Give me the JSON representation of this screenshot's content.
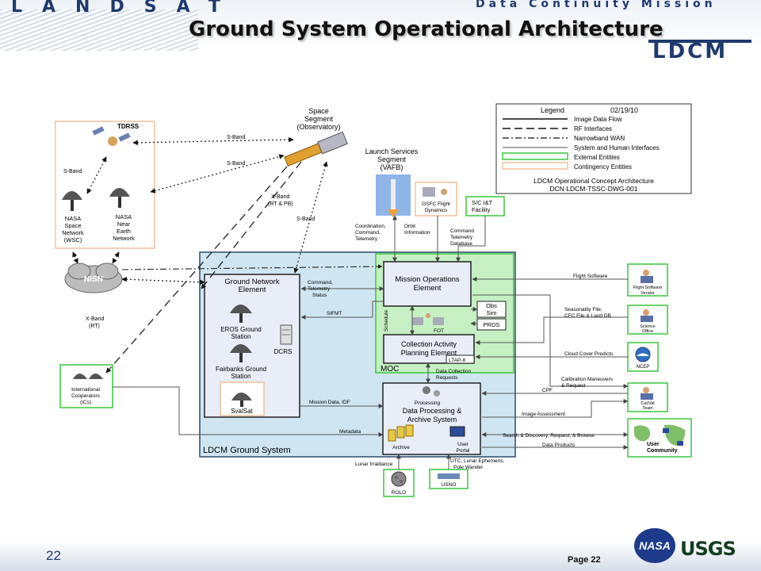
{
  "header": {
    "brand": "LANDSAT",
    "program": "Data Continuity Mission",
    "title": "Ground System Operational Architecture",
    "logo": "LDCM"
  },
  "footer": {
    "page_number": "22",
    "page_label": "Page 22",
    "logos": [
      "NASA",
      "USGS"
    ]
  },
  "legend": {
    "title": "Legend",
    "date": "02/19/10",
    "items": [
      "Image Data Flow",
      "RF Interfaces",
      "Narrowband WAN",
      "System and Human Interfaces",
      "External Entities",
      "Contingency Entities"
    ],
    "caption_line1": "LDCM Operational Concept Architecture",
    "caption_line2": "DCN LDCM-TSSC-DWG-001"
  },
  "space": {
    "title_line1": "Space",
    "title_line2": "Segment",
    "title_line3": "(Observatory)",
    "tdrss": "TDRSS",
    "wsc": [
      "NASA",
      "Space",
      "Network",
      "(WSC)"
    ],
    "nen": [
      "NASA",
      "Near",
      "Earth",
      "Network"
    ],
    "nisn": "NISN"
  },
  "launch": {
    "title": [
      "Launch Services",
      "Segment",
      "(VAFB)"
    ],
    "gsfc": [
      "GSFC Flight",
      "Dynamics"
    ],
    "sc_facility": [
      "S/C I&T",
      "Facility"
    ]
  },
  "links": {
    "s_band_top": "S-Band",
    "s_band_2": "S-Band",
    "s_band_left": "S-Band",
    "x_band_rt_pb": [
      "X-Band",
      "(RT & PB)"
    ],
    "s_band_3": "S-Band",
    "x_band_rt": [
      "X-Band",
      "(RT)"
    ],
    "coordination": [
      "Coordination,",
      "Command,",
      "Telemetry"
    ],
    "orbit": [
      "Orbit",
      "Information"
    ],
    "cmd_tlm_db": [
      "Command",
      "Telemetry",
      "Database"
    ],
    "cmd_tlm_status": [
      "Command,",
      "Telemetry",
      "Status"
    ],
    "sifmt": "SIFMT",
    "mission_data": "Mission Data, IDF",
    "metadata": "Metadata",
    "data_collection": [
      "Data Collection",
      "Requests"
    ],
    "flight_software": "Flight Software",
    "seasonality": [
      "Seasonality File,",
      "CFC File & Land DB"
    ],
    "cloud_cover": "Cloud Cover Predicts",
    "calibration": [
      "Calibration Maneuvers",
      "& Request"
    ],
    "cpf": "CPF",
    "image_assessment": "Image Assessment",
    "search": "Search & Discovery, Request, & Browse",
    "data_products": "Data Products",
    "lunar_irradiance": "Lunar Irradiance",
    "utc": [
      "UTC, Lunar Ephemeris,",
      "Pole Wander"
    ]
  },
  "ground": {
    "system_label": "LDCM Ground System",
    "gne_title": [
      "Ground Network",
      "Element"
    ],
    "eros": [
      "EROS Ground",
      "Station"
    ],
    "fairbanks": [
      "Fairbanks Ground",
      "Station"
    ],
    "svalsat": "SvalSat",
    "dcrs": "DCRS",
    "moc_label": "MOC",
    "moe": [
      "Mission Operations",
      "Element"
    ],
    "obs_sim": [
      "Obs",
      "Sim"
    ],
    "prds": "PRDS",
    "fot": "FOT",
    "schedule": "Schedule",
    "capE": [
      "Collection Activity",
      "Planning Element"
    ],
    "ltap": "LTAP-8",
    "dpas_processing": "Processing",
    "dpas": [
      "Data Processing &",
      "Archive System"
    ],
    "archive": "Archive",
    "user_portal": [
      "User",
      "Portal"
    ]
  },
  "external": {
    "ics": [
      "International",
      "Cooperators",
      "(ICs)"
    ],
    "fsv": [
      "Flight Software",
      "Vendor"
    ],
    "science": [
      "Science",
      "Office"
    ],
    "ncep": "NCEP",
    "calval": [
      "Cal/Val",
      "Team"
    ],
    "user_community": [
      "User",
      "Community"
    ],
    "rolo": "ROLO",
    "usno": "USNO"
  },
  "colors": {
    "ground_system_fill": "#cfe6f2",
    "moc_fill": "#c6f0c4",
    "external_border": "#38c83c",
    "contingency_border": "#f4c09a",
    "box_fill": "#e8edf7",
    "title_blue": "#1f3a6e"
  }
}
